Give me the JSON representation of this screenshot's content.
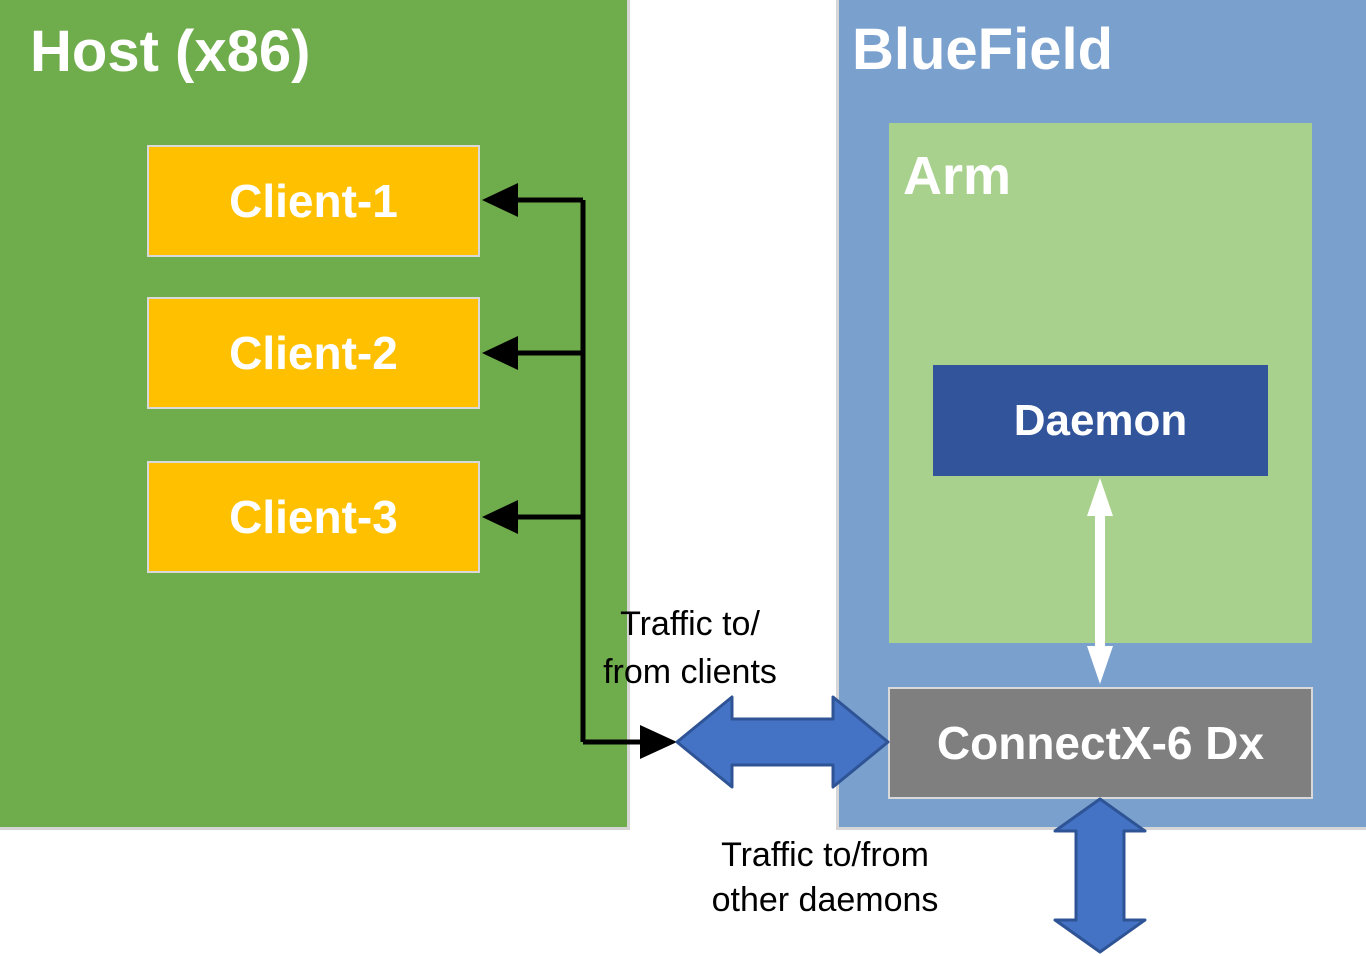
{
  "host": {
    "title": "Host (x86)",
    "clients": [
      {
        "label": "Client-1"
      },
      {
        "label": "Client-2"
      },
      {
        "label": "Client-3"
      }
    ]
  },
  "bluefield": {
    "title": "BlueField",
    "arm": {
      "title": "Arm",
      "daemon_label": "Daemon"
    },
    "connectx_label": "ConnectX-6 Dx"
  },
  "labels": {
    "traffic_clients": [
      "Traffic to/",
      "from clients"
    ],
    "traffic_daemons": [
      "Traffic to/from",
      "other daemons"
    ]
  },
  "colors": {
    "host_green": "#6FAC4B",
    "client_yellow": "#FFC000",
    "bluefield_blue": "#7AA0CE",
    "arm_light_green": "#A9D18E",
    "daemon_dark_blue": "#31549B",
    "connectx_gray": "#7F7F7F",
    "traffic_arrow_blue": "#4472C4",
    "traffic_arrow_border": "#2F5496",
    "connector_black": "#000000",
    "daemon_arrow_white": "#FFFFFF",
    "box_border_gray": "#D9D9D9",
    "label_text_white": "#FFFFFF",
    "label_text_black": "#000000"
  }
}
